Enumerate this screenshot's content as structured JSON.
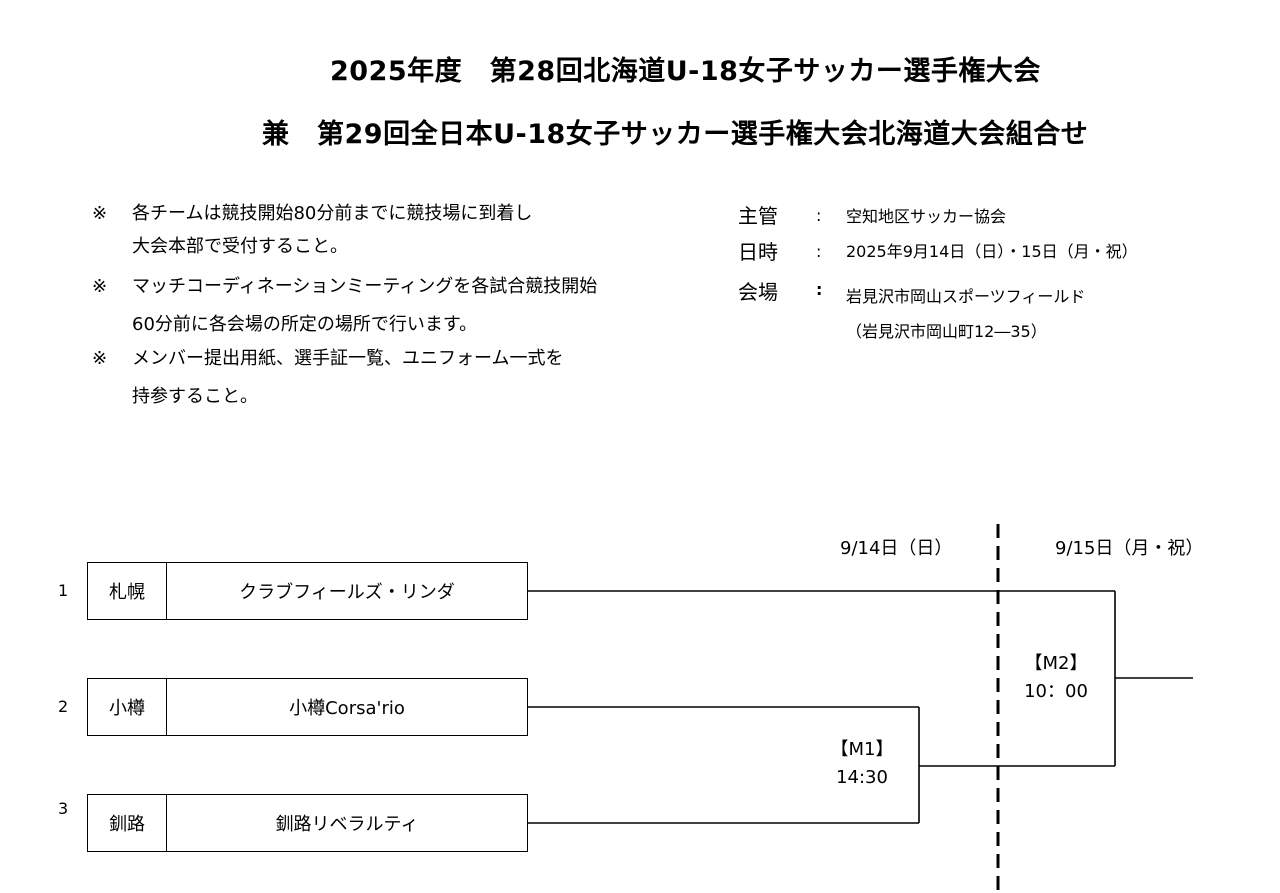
{
  "header": {
    "title_line1": "2025年度　第28回北海道U-18女子サッカー選手権大会",
    "title_line2": "兼　第29回全日本U-18女子サッカー選手権大会北海道大会組合せ"
  },
  "notes": {
    "mark": "※",
    "items": [
      {
        "line1": "各チームは競技開始80分前までに競技場に到着し",
        "line2": "大会本部で受付すること。"
      },
      {
        "line1": "マッチコーディネーションミーティングを各試合競技開始",
        "line2": "60分前に各会場の所定の場所で行います。"
      },
      {
        "line1": "メンバー提出用紙、選手証一覧、ユニフォーム一式を",
        "line2": "持参すること。"
      }
    ]
  },
  "info": {
    "colon": ":",
    "organizer_label": "主管",
    "organizer_value": "空知地区サッカー協会",
    "datetime_label": "日時",
    "datetime_value": "2025年9月14日（日）・15日（月・祝）",
    "venue_label": "会場",
    "venue_value": "岩見沢市岡山スポーツフィールド",
    "venue_address": "（岩見沢市岡山町12―35）"
  },
  "bracket": {
    "day1": "9/14日（日）",
    "day2": "9/15日（月・祝）",
    "teams": [
      {
        "seed": "1",
        "region": "札幌",
        "name": "クラブフィールズ・リンダ"
      },
      {
        "seed": "2",
        "region": "小樽",
        "name": "小樽Corsa'rio"
      },
      {
        "seed": "3",
        "region": "釧路",
        "name": "釧路リベラルティ"
      }
    ],
    "matches": [
      {
        "label": "【M1】",
        "time": "14:30"
      },
      {
        "label": "【M2】",
        "time": "10：00"
      }
    ]
  }
}
